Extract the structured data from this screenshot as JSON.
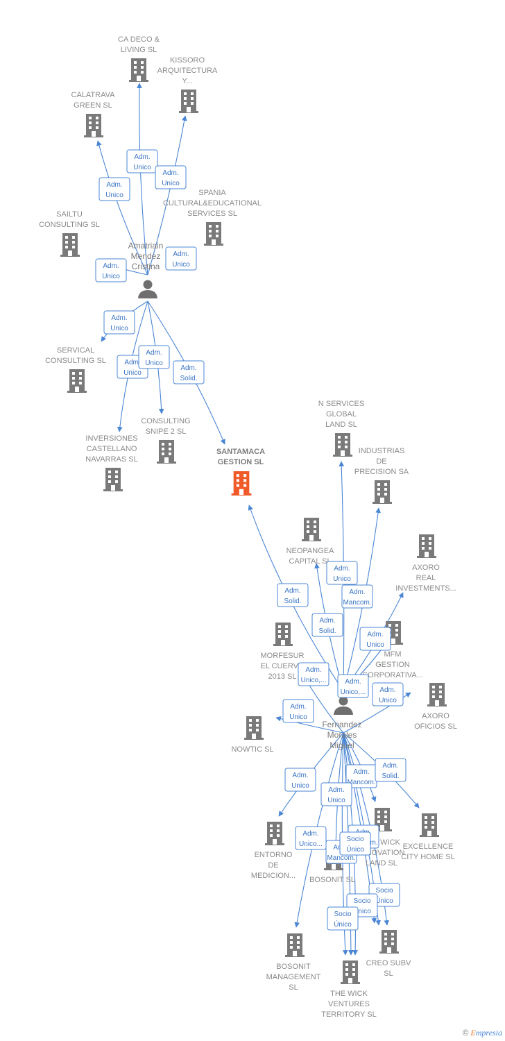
{
  "colors": {
    "edge": "#4a86d4",
    "building": "#7a7a7a",
    "center_building": "#f05a28"
  },
  "center": {
    "label": [
      "SANTAMACA",
      "GESTION  SL"
    ]
  },
  "persons": [
    {
      "id": "amatriain",
      "label": [
        "Amatriain",
        "Mendez",
        "Cristina"
      ]
    },
    {
      "id": "fernandez",
      "label": [
        "Fernandez",
        "Morales",
        "Miguel"
      ]
    }
  ],
  "companies": [
    {
      "id": "cadeco",
      "label": [
        "CA DECO &",
        "LIVING  SL"
      ]
    },
    {
      "id": "kissoro",
      "label": [
        "KISSORO",
        "ARQUITECTURA",
        "Y..."
      ]
    },
    {
      "id": "calatrava",
      "label": [
        "CALATRAVA",
        "GREEN SL"
      ]
    },
    {
      "id": "spania",
      "label": [
        "SPANIA",
        "CULTURAL&EDUCATIONAL",
        "SERVICES SL"
      ]
    },
    {
      "id": "sailtu",
      "label": [
        "SAILTU",
        "CONSULTING SL"
      ]
    },
    {
      "id": "servical",
      "label": [
        "SERVICAL",
        "CONSULTING SL"
      ]
    },
    {
      "id": "snipe",
      "label": [
        "CONSULTING",
        "SNIPE 2  SL"
      ]
    },
    {
      "id": "inversiones",
      "label": [
        "INVERSIONES",
        "CASTELLANO",
        "NAVARRAS SL"
      ]
    },
    {
      "id": "nservices",
      "label": [
        "N SERVICES",
        "GLOBAL",
        "LAND  SL"
      ]
    },
    {
      "id": "industrias",
      "label": [
        "INDUSTRIAS",
        "DE",
        "PRECISION SA"
      ]
    },
    {
      "id": "neopangea",
      "label": [
        "NEOPANGEA",
        "CAPITAL  SL"
      ]
    },
    {
      "id": "axoroReal",
      "label": [
        "AXORO",
        "REAL",
        "INVESTMENTS..."
      ]
    },
    {
      "id": "morfesur",
      "label": [
        "MORFESUR",
        "EL CUERVO",
        "2013  SL"
      ]
    },
    {
      "id": "mfm",
      "label": [
        "MFM",
        "GESTION",
        "CORPORATIVA..."
      ]
    },
    {
      "id": "axoroOficios",
      "label": [
        "AXORO",
        "OFICIOS  SL"
      ]
    },
    {
      "id": "nowtic",
      "label": [
        "NOWTIC  SL"
      ]
    },
    {
      "id": "entorno",
      "label": [
        "ENTORNO",
        "DE",
        "MEDICION..."
      ]
    },
    {
      "id": "wickInnov",
      "label": [
        "THE WICK",
        "INNOVATION",
        "LAND  SL"
      ]
    },
    {
      "id": "excellence",
      "label": [
        "EXCELLENCE",
        "CITY HOME  SL"
      ]
    },
    {
      "id": "bosonit",
      "label": [
        "BOSONIT  SL"
      ]
    },
    {
      "id": "bosonitMgmt",
      "label": [
        "BOSONIT",
        "MANAGEMENT",
        "SL"
      ]
    },
    {
      "id": "wickVentures",
      "label": [
        "THE WICK",
        "VENTURES",
        "TERRITORY  SL"
      ]
    },
    {
      "id": "creo",
      "label": [
        "CREO SUBV",
        "SL"
      ]
    }
  ],
  "relations": [
    {
      "label": [
        "Adm.",
        "Unico"
      ]
    },
    {
      "label": [
        "Adm.",
        "Unico"
      ]
    },
    {
      "label": [
        "Adm.",
        "Unico"
      ]
    },
    {
      "label": [
        "Adm.",
        "Unico"
      ]
    },
    {
      "label": [
        "Adm.",
        "Unico"
      ]
    },
    {
      "label": [
        "Adm.",
        "Unico"
      ]
    },
    {
      "label": [
        "Adm.",
        "Unico"
      ]
    },
    {
      "label": [
        "Adm.",
        "Unico"
      ]
    },
    {
      "label": [
        "Adm.",
        "Solid."
      ]
    },
    {
      "label": [
        "Adm.",
        "Solid."
      ]
    },
    {
      "label": [
        "Adm.",
        "Unico"
      ]
    },
    {
      "label": [
        "Adm.",
        "Mancom."
      ]
    },
    {
      "label": [
        "Adm.",
        "Solid."
      ]
    },
    {
      "label": [
        "Adm.",
        "Unico"
      ]
    },
    {
      "label": [
        "Adm.",
        "Unico,..."
      ]
    },
    {
      "label": [
        "Adm.",
        "Unico,..."
      ]
    },
    {
      "label": [
        "Adm.",
        "Unico"
      ]
    },
    {
      "label": [
        "Adm.",
        "Unico"
      ]
    },
    {
      "label": [
        "Adm.",
        "Unico"
      ]
    },
    {
      "label": [
        "Adm.",
        "Mancom."
      ]
    },
    {
      "label": [
        "Adm.",
        "Solid."
      ]
    },
    {
      "label": [
        "Adm.",
        "Unico"
      ]
    },
    {
      "label": [
        "Adm.",
        "Unico..."
      ]
    },
    {
      "label": [
        "Adm.",
        "Mancom."
      ]
    },
    {
      "label": [
        "Adm.",
        "Mancom."
      ]
    },
    {
      "label": [
        "Socio",
        "Único"
      ]
    },
    {
      "label": [
        "Socio",
        "Único"
      ]
    },
    {
      "label": [
        "Socio",
        "Único"
      ]
    },
    {
      "label": [
        "Socio",
        "Único"
      ]
    }
  ],
  "watermark": {
    "symbol": "©",
    "brand_first": "E",
    "brand_rest": "mpresia"
  }
}
